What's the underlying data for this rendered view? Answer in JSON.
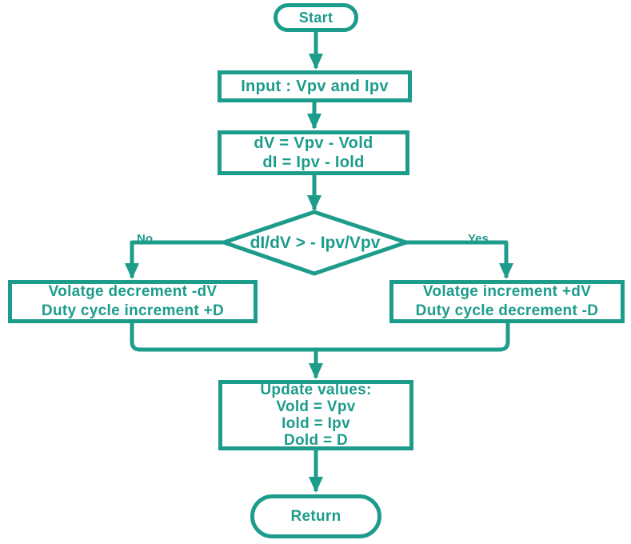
{
  "colors": {
    "accent": "#1d9c8c",
    "background": "#ffffff",
    "node_fill": "#ffffff"
  },
  "flowchart": {
    "start": {
      "label": "Start"
    },
    "input": {
      "label": "Input : Vpv and Ipv"
    },
    "delta": {
      "lines": [
        "dV = Vpv - Vold",
        "dI = Ipv - Iold"
      ]
    },
    "decision": {
      "label": "dI/dV > - Ipv/Vpv",
      "no_label": "No",
      "yes_label": "Yes"
    },
    "no_action": {
      "lines": [
        "Volatge decrement -dV",
        "Duty cycle increment +D"
      ]
    },
    "yes_action": {
      "lines": [
        "Volatge increment +dV",
        "Duty cycle decrement -D"
      ]
    },
    "update": {
      "lines": [
        "Update values:",
        "Vold = Vpv",
        "Iold = Ipv",
        "Dold = D"
      ]
    },
    "end": {
      "label": "Return"
    }
  }
}
